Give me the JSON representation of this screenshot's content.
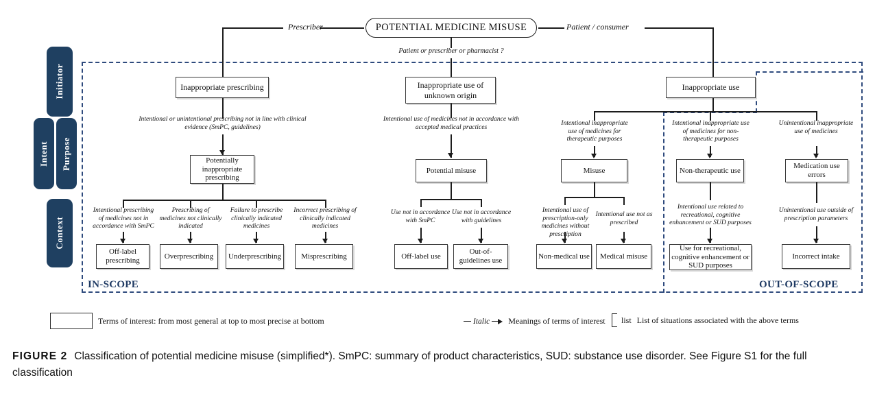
{
  "figure": {
    "label": "FIGURE 2",
    "caption": "Classification of potential medicine misuse (simplified*). SmPC: summary of product characteristics, SUD: substance use disorder. See Figure S1 for the full classification"
  },
  "colors": {
    "pill_bg": "#1f4061",
    "scope_dash": "#2e4a7d",
    "scope_text": "#1f3a63",
    "box_border": "#3a3a3a"
  },
  "sidebar": {
    "items": [
      {
        "label": "Initiator"
      },
      {
        "label": "Intent"
      },
      {
        "label": "Purpose"
      },
      {
        "label": "Context"
      }
    ]
  },
  "root": {
    "title": "POTENTIAL MEDICINE MISUSE",
    "left_edge_label": "Prescriber",
    "right_edge_label": "Patient / consumer",
    "center_question": "Patient or prescriber or pharmacist ?"
  },
  "scopes": {
    "in_scope": "IN-SCOPE",
    "out_of_scope": "OUT-OF-SCOPE"
  },
  "branches": {
    "prescribing": {
      "level1": "Inappropriate prescribing",
      "meaning1": "Intentional or unintentional prescribing not in line with clinical evidence (SmPC, guidelines)",
      "level2": "Potentially inappropriate prescribing",
      "leaves": [
        {
          "meaning": "Intentional prescribing of medicines not in accordance with SmPC",
          "term": "Off-label prescribing"
        },
        {
          "meaning": "Prescribing of medicines not clinically indicated",
          "term": "Overprescribing"
        },
        {
          "meaning": "Failure to prescribe clinically indicated medicines",
          "term": "Underprescribing"
        },
        {
          "meaning": "Incorrect prescribing of clinically indicated medicines",
          "term": "Misprescribing"
        }
      ]
    },
    "unknown_origin": {
      "level1": "Inappropriate use of unknown origin",
      "meaning1": "Intentional use of medicines not in accordance with accepted medical practices",
      "level2": "Potential misuse",
      "leaves": [
        {
          "meaning": "Use not in accordance with SmPC",
          "term": "Off-label use"
        },
        {
          "meaning": "Use not in accordance with guidelines",
          "term": "Out-of-guidelines use"
        }
      ]
    },
    "inappropriate_use": {
      "level1": "Inappropriate use",
      "sub_branches": [
        {
          "meaning": "Intentional inappropriate use of medicines for therapeutic purposes",
          "term": "Misuse",
          "leaves": [
            {
              "meaning": "Intentional use of prescription-only medicines without prescription",
              "term": "Non-medical use"
            },
            {
              "meaning": "Intentional use not as prescribed",
              "term": "Medical misuse"
            }
          ]
        },
        {
          "meaning": "Intentional inappropriate use of medicines for non-therapeutic purposes",
          "term": "Non-therapeutic use",
          "leaves": [
            {
              "meaning": "Intentional use related to recreational, cognitive enhancement or SUD purposes",
              "term": "Use for recreational, cognitive enhancement or SUD purposes"
            }
          ]
        },
        {
          "meaning": "Unintentional inappropriate use of medicines",
          "term": "Medication use errors",
          "leaves": [
            {
              "meaning": "Unintentional use outside of prescription parameters",
              "term": "Incorrect intake"
            }
          ]
        }
      ]
    }
  },
  "legend": {
    "box_text": "Terms of interest: from most general at top to most precise at bottom",
    "italic_word": "Italic",
    "arrow_text": "Meanings of terms of interest",
    "list_word": "list",
    "list_text": "List of situations associated with the above terms"
  }
}
